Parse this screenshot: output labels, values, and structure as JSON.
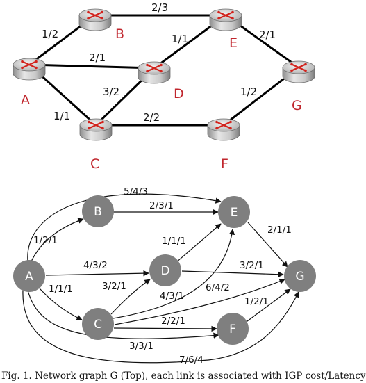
{
  "top_graph": {
    "routers": [
      {
        "id": "B",
        "label": "B"
      },
      {
        "id": "E",
        "label": "E"
      },
      {
        "id": "A",
        "label": "A"
      },
      {
        "id": "D",
        "label": "D"
      },
      {
        "id": "G",
        "label": "G"
      },
      {
        "id": "C",
        "label": "C"
      },
      {
        "id": "F",
        "label": "F"
      }
    ],
    "links": [
      {
        "from": "A",
        "to": "B",
        "label": "1/2"
      },
      {
        "from": "B",
        "to": "E",
        "label": "2/3"
      },
      {
        "from": "A",
        "to": "D",
        "label": "2/1"
      },
      {
        "from": "D",
        "to": "E",
        "label": "1/1"
      },
      {
        "from": "E",
        "to": "G",
        "label": "2/1"
      },
      {
        "from": "C",
        "to": "D",
        "label": "3/2"
      },
      {
        "from": "A",
        "to": "C",
        "label": "1/1"
      },
      {
        "from": "C",
        "to": "F",
        "label": "2/2"
      },
      {
        "from": "F",
        "to": "G",
        "label": "1/2"
      }
    ]
  },
  "bottom_graph": {
    "nodes": [
      {
        "id": "A",
        "label": "A"
      },
      {
        "id": "B",
        "label": "B"
      },
      {
        "id": "C",
        "label": "C"
      },
      {
        "id": "D",
        "label": "D"
      },
      {
        "id": "E",
        "label": "E"
      },
      {
        "id": "F",
        "label": "F"
      },
      {
        "id": "G",
        "label": "G"
      }
    ],
    "edges": [
      {
        "from": "A",
        "to": "B",
        "label": "1/2/1"
      },
      {
        "from": "A",
        "to": "E",
        "label": "5/4/3"
      },
      {
        "from": "B",
        "to": "E",
        "label": "2/3/1"
      },
      {
        "from": "A",
        "to": "D",
        "label": "4/3/2"
      },
      {
        "from": "D",
        "to": "E",
        "label": "1/1/1"
      },
      {
        "from": "E",
        "to": "G",
        "label": "2/1/1"
      },
      {
        "from": "D",
        "to": "G",
        "label": "3/2/1"
      },
      {
        "from": "A",
        "to": "C",
        "label": "1/1/1"
      },
      {
        "from": "C",
        "to": "D",
        "label": "3/2/1"
      },
      {
        "from": "C",
        "to": "E",
        "label": "4/3/1"
      },
      {
        "from": "C",
        "to": "G",
        "label": "6/4/2"
      },
      {
        "from": "C",
        "to": "F",
        "label": "2/2/1"
      },
      {
        "from": "F",
        "to": "G",
        "label": "1/2/1"
      },
      {
        "from": "A",
        "to": "F",
        "label": "3/3/1"
      },
      {
        "from": "A",
        "to": "G",
        "label": "7/6/4"
      }
    ]
  },
  "caption": "Fig. 1. Network graph G (Top), each link is associated with IGP cost/Latency"
}
